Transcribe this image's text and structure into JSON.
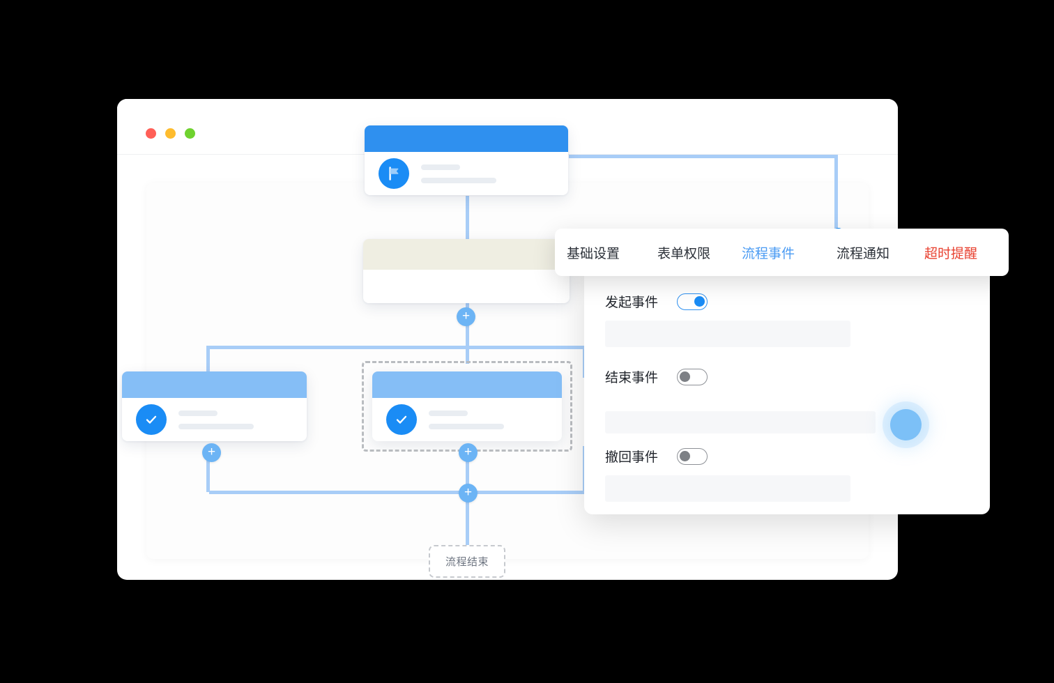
{
  "window": {
    "traffic_lights": [
      {
        "name": "close",
        "color": "#ff5f57"
      },
      {
        "name": "minimize",
        "color": "#febc2e"
      },
      {
        "name": "maximize",
        "color": "#6fd22f"
      }
    ]
  },
  "flow": {
    "start_node": {
      "icon": "flag-icon",
      "header_color": "#2f90ef"
    },
    "condition_node": {
      "header_color": "#efeee2"
    },
    "branch_left_node": {
      "icon": "check-circle-icon",
      "header_color": "#85bef6"
    },
    "branch_right_node": {
      "icon": "check-circle-icon",
      "header_color": "#85bef6",
      "selected": true
    },
    "end_label": "流程结束",
    "add_button_label": "+",
    "connector_color": "#a8cdf7",
    "endpoint_color": "#0c84f0"
  },
  "tabs": [
    {
      "id": "basic-settings",
      "label": "基础设置",
      "state": "default"
    },
    {
      "id": "form-permission",
      "label": "表单权限",
      "state": "default"
    },
    {
      "id": "process-event",
      "label": "流程事件",
      "state": "active"
    },
    {
      "id": "process-notify",
      "label": "流程通知",
      "state": "default"
    },
    {
      "id": "timeout-remind",
      "label": "超时提醒",
      "state": "warning"
    }
  ],
  "settings": {
    "rows": [
      {
        "id": "start-event",
        "label": "发起事件",
        "enabled": true
      },
      {
        "id": "end-event",
        "label": "结束事件",
        "enabled": false
      },
      {
        "id": "withdraw-event",
        "label": "撤回事件",
        "enabled": false
      }
    ]
  },
  "colors": {
    "accent": "#2f90ef",
    "accent_light": "#85bef6",
    "active_tab": "#4a9bf3",
    "warning": "#e8402f",
    "placeholder": "#e9edf2",
    "panel_bar": "#f6f7f9"
  }
}
